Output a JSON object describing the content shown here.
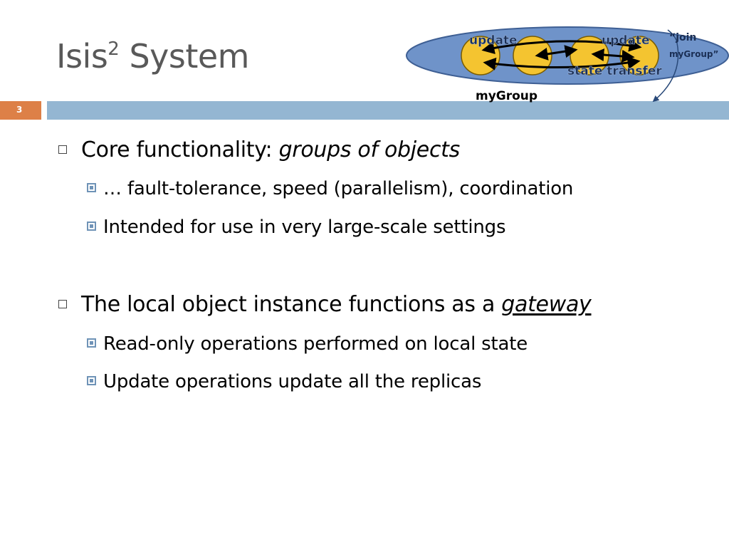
{
  "slide": {
    "title_main": "Isis",
    "title_sup": "2",
    "title_rest": " System",
    "number": "3"
  },
  "diagram": {
    "labels": {
      "update_left": "update",
      "update_right": "update",
      "state_transfer": "state transfer",
      "join_line1": "“join",
      "join_line2": "myGroup”",
      "group_name": "myGroup"
    },
    "colors": {
      "group_fill": "#6f93c9",
      "member_fill": "#f4c430",
      "member_stroke": "#7a5c00"
    }
  },
  "bullets": [
    {
      "text": "Core functionality: ",
      "emphasis": "groups of objects",
      "subs": [
        "… fault-tolerance, speed (parallelism), coordination",
        "Intended for use in very large-scale settings"
      ]
    },
    {
      "text": "The local object instance functions as a ",
      "emphasis": "gateway",
      "subs": [
        "Read-only operations performed on local state",
        "Update operations update all the replicas"
      ]
    }
  ],
  "colors": {
    "title": "#595959",
    "slide_number_box": "#dd8047",
    "header_bar": "#94b6d2",
    "sub_bullet": "#6f93b7"
  }
}
